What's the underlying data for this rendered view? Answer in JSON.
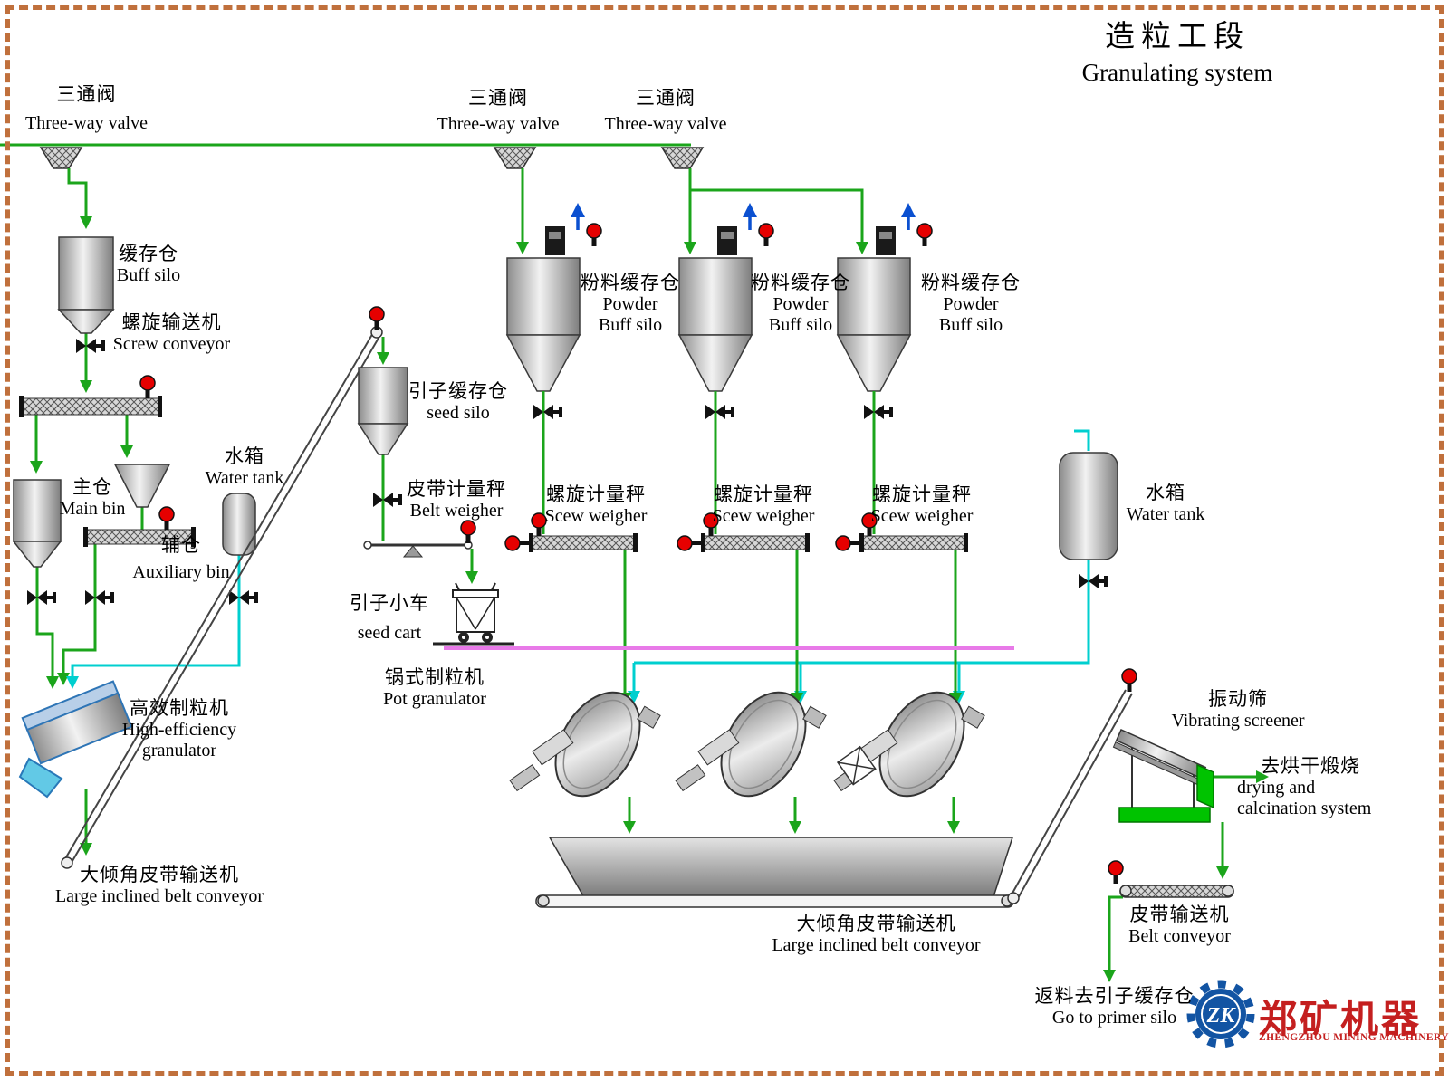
{
  "title": {
    "zh": "造粒工段",
    "en": "Granulating system"
  },
  "valves": [
    {
      "zh": "三通阀",
      "en": "Three-way valve"
    },
    {
      "zh": "三通阀",
      "en": "Three-way valve"
    },
    {
      "zh": "三通阀",
      "en": "Three-way valve"
    }
  ],
  "buff_silo": {
    "zh": "缓存仓",
    "en": "Buff silo"
  },
  "screw_conveyor": {
    "zh": "螺旋输送机",
    "en": "Screw conveyor"
  },
  "main_bin": {
    "zh": "主仓",
    "en": "Main bin"
  },
  "aux_bin": {
    "zh": "辅仓",
    "en": "Auxiliary bin"
  },
  "water_tank_left": {
    "zh": "水箱",
    "en": "Water tank"
  },
  "high_efficiency_granulator": {
    "zh": "高效制粒机",
    "en1": "High-efficiency",
    "en2": "granulator"
  },
  "large_inclined_left": {
    "zh": "大倾角皮带输送机",
    "en": "Large inclined belt conveyor"
  },
  "seed_silo": {
    "zh": "引子缓存仓",
    "en": "seed silo"
  },
  "belt_weigher": {
    "zh": "皮带计量秤",
    "en": "Belt weigher"
  },
  "seed_cart": {
    "zh": "引子小车",
    "en": "seed cart"
  },
  "pot_granulator": {
    "zh": "锅式制粒机",
    "en": "Pot granulator"
  },
  "powder_silos": [
    {
      "zh": "粉料缓存仓",
      "en1": "Powder",
      "en2": "Buff silo"
    },
    {
      "zh": "粉料缓存仓",
      "en1": "Powder",
      "en2": "Buff silo"
    },
    {
      "zh": "粉料缓存仓",
      "en1": "Powder",
      "en2": "Buff silo"
    }
  ],
  "screw_weighers": [
    {
      "zh": "螺旋计量秤",
      "en": "Scew weigher"
    },
    {
      "zh": "螺旋计量秤",
      "en": "Scew weigher"
    },
    {
      "zh": "螺旋计量秤",
      "en": "Scew weigher"
    }
  ],
  "water_tank_right": {
    "zh": "水箱",
    "en": "Water tank"
  },
  "vibrating_screener": {
    "zh": "振动筛",
    "en": "Vibrating screener"
  },
  "to_drying": {
    "zh": "去烘干煅烧",
    "en1": "drying and",
    "en2": "calcination system"
  },
  "belt_conveyor_right": {
    "zh": "皮带输送机",
    "en": "Belt conveyor"
  },
  "return_to_seed": {
    "zh": "返料去引子缓存仓",
    "en": "Go to primer silo"
  },
  "large_inclined_bottom": {
    "zh": "大倾角皮带输送机",
    "en": "Large inclined belt conveyor"
  },
  "logo": {
    "zk": "ZK",
    "name_zh": "郑矿机器",
    "name_en": "ZHENGZHOU MINING MACHINERY"
  },
  "colors": {
    "flow_green": "#1ba51b",
    "water_cyan": "#00cfcf",
    "track_magenta": "#e87ae8",
    "motor_red": "#e60000",
    "vent_blue": "#0b50d0",
    "frame_orange": "#c0703c",
    "screener_base_green": "#00c300",
    "logo_blue": "#1254a3",
    "logo_red": "#c41f1f"
  }
}
